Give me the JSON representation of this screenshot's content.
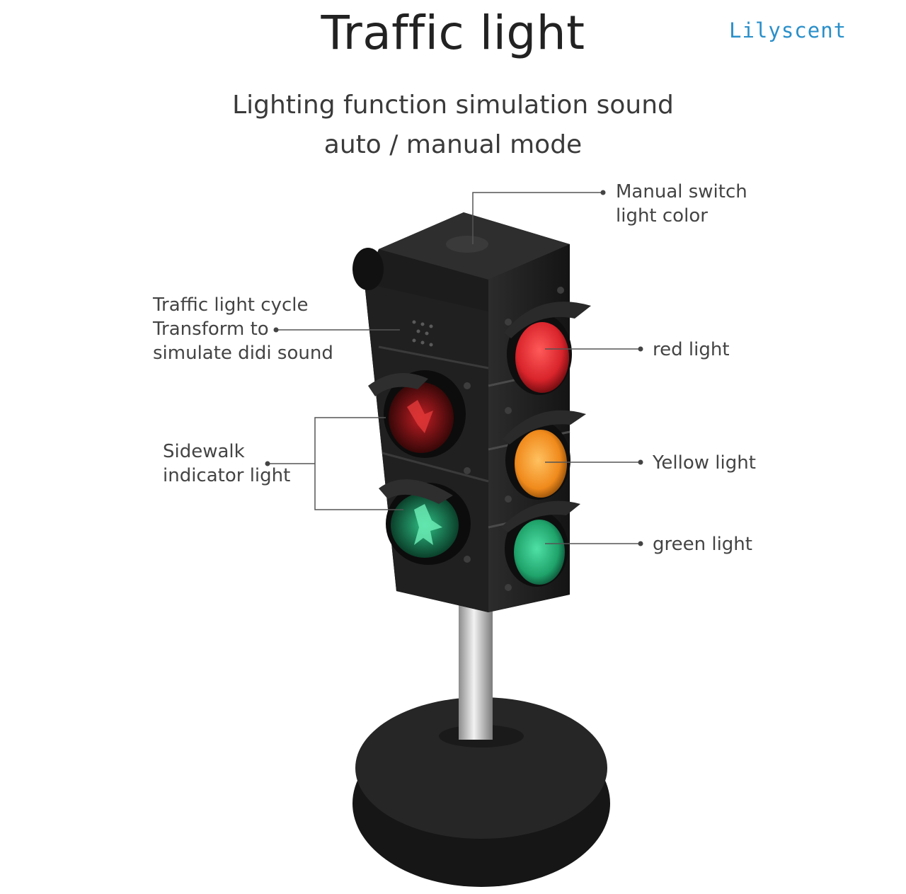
{
  "header": {
    "title": "Traffic light",
    "brand": "Lilyscent",
    "subtitle_line1": "Lighting function simulation sound",
    "subtitle_line2": "auto / manual mode"
  },
  "callouts": {
    "manual_switch": [
      "Manual switch",
      "light color"
    ],
    "cycle": [
      "Traffic light cycle",
      "Transform to",
      "simulate didi sound"
    ],
    "sidewalk": [
      "Sidewalk",
      "indicator light"
    ],
    "red": "red light",
    "yellow": "Yellow light",
    "green": "green light"
  },
  "colors": {
    "red_lamp": "#d9242b",
    "yellow_lamp": "#f08a1c",
    "green_lamp": "#1fa36b",
    "housing": "#1c1c1c",
    "brand": "#2a8fc9"
  }
}
